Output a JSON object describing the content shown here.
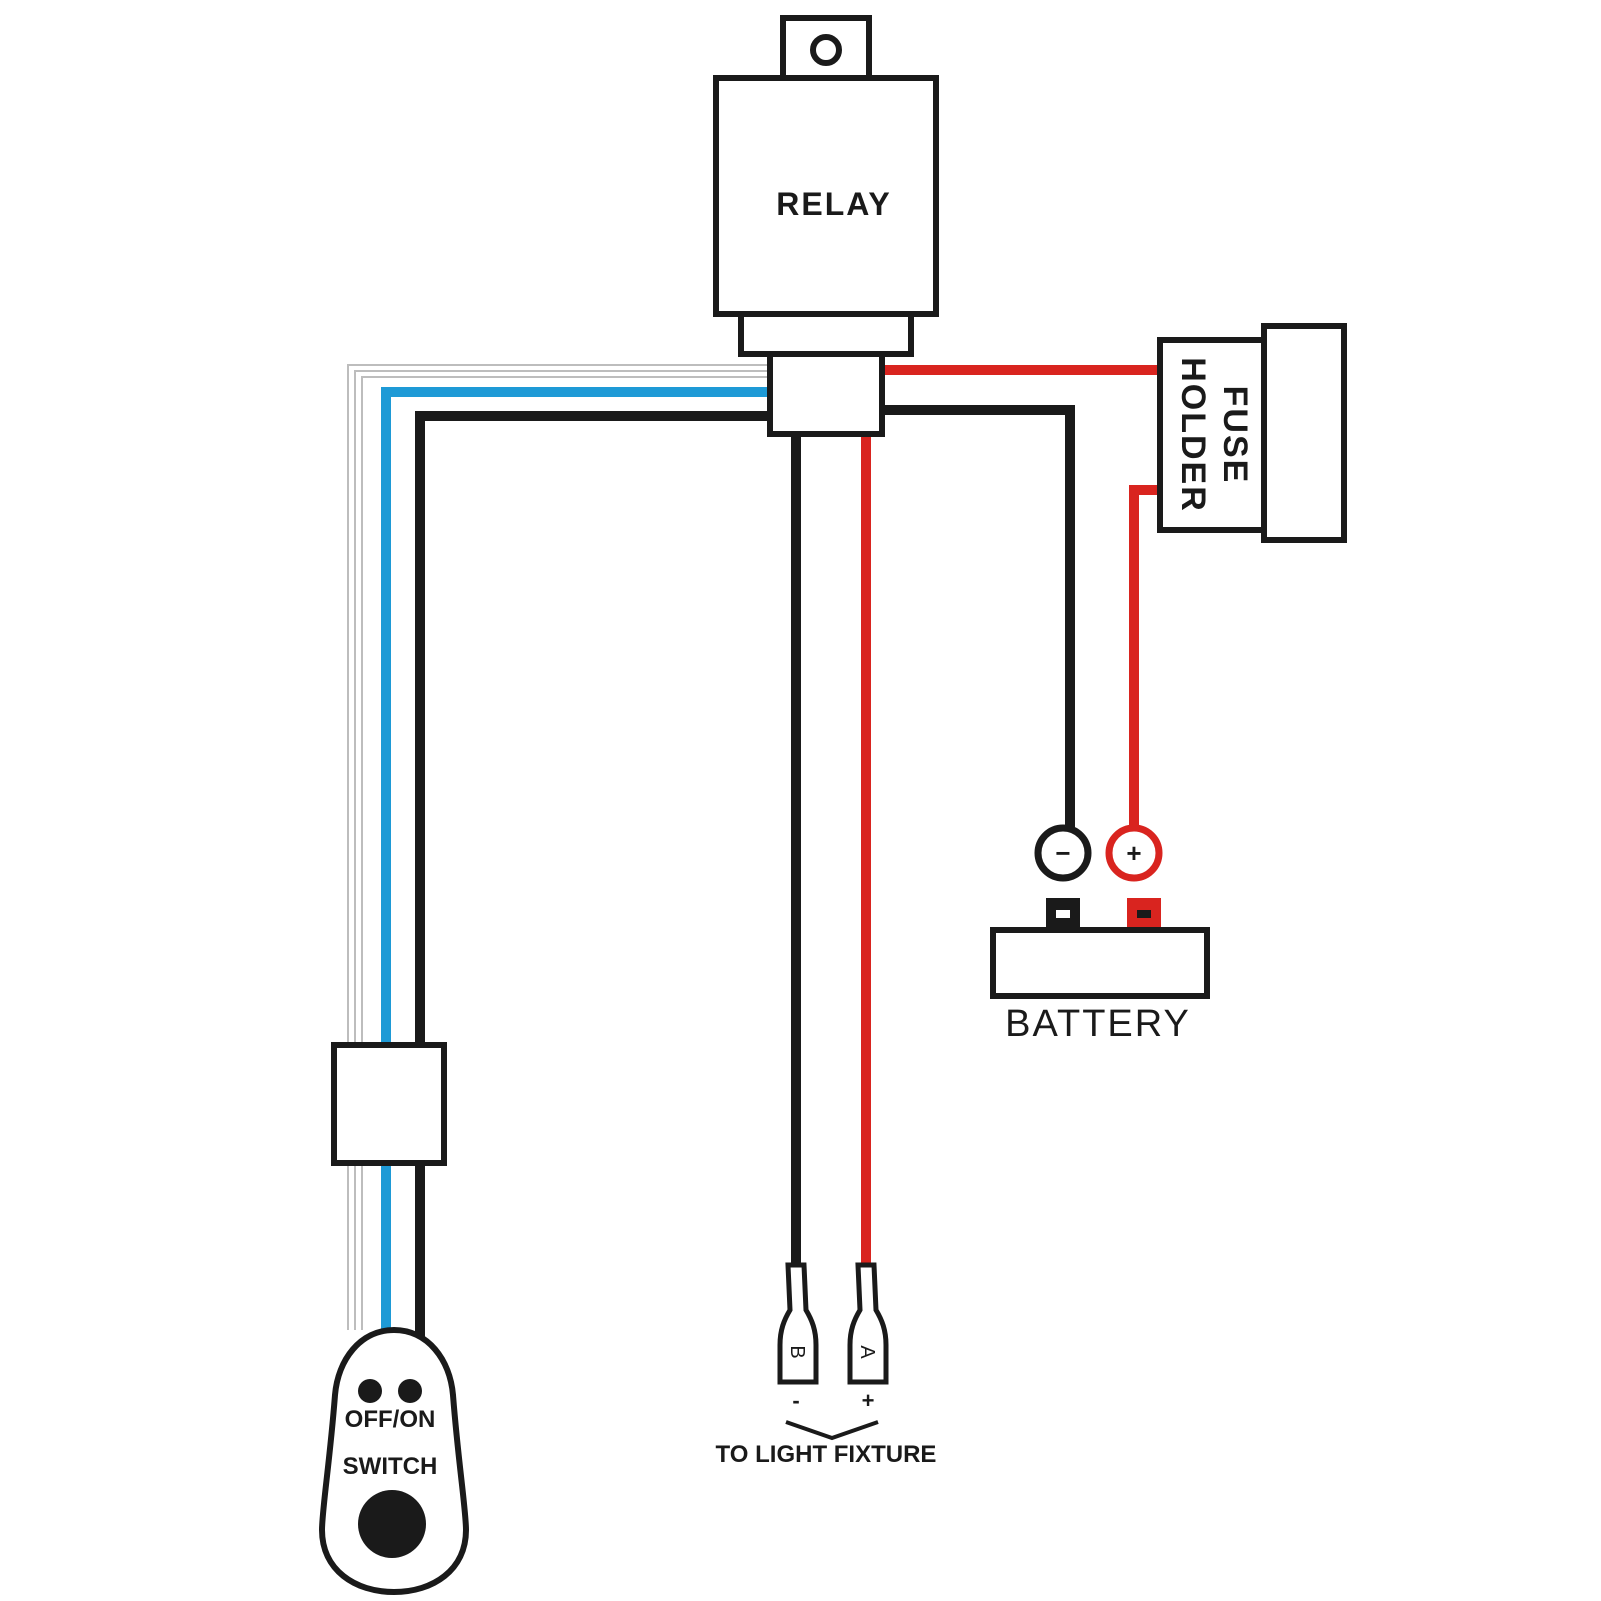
{
  "components": {
    "relay": {
      "label": "RELAY"
    },
    "fuse_holder": {
      "line1": "FUSE",
      "line2": "HOLDER"
    },
    "battery": {
      "label": "BATTERY",
      "neg_symbol": "−",
      "pos_symbol": "+"
    },
    "switch": {
      "line1": "OFF/ON",
      "line2": "SWITCH"
    },
    "connectors": {
      "b_letter": "B",
      "a_letter": "A",
      "b_polarity": "-",
      "a_polarity": "+",
      "caption": "TO LIGHT FIXTURE"
    }
  },
  "colors": {
    "black_wire": "#1a1a1a",
    "red_wire": "#d9241f",
    "blue_wire": "#1e9ad6",
    "white_wire": "#bfbfbf"
  }
}
